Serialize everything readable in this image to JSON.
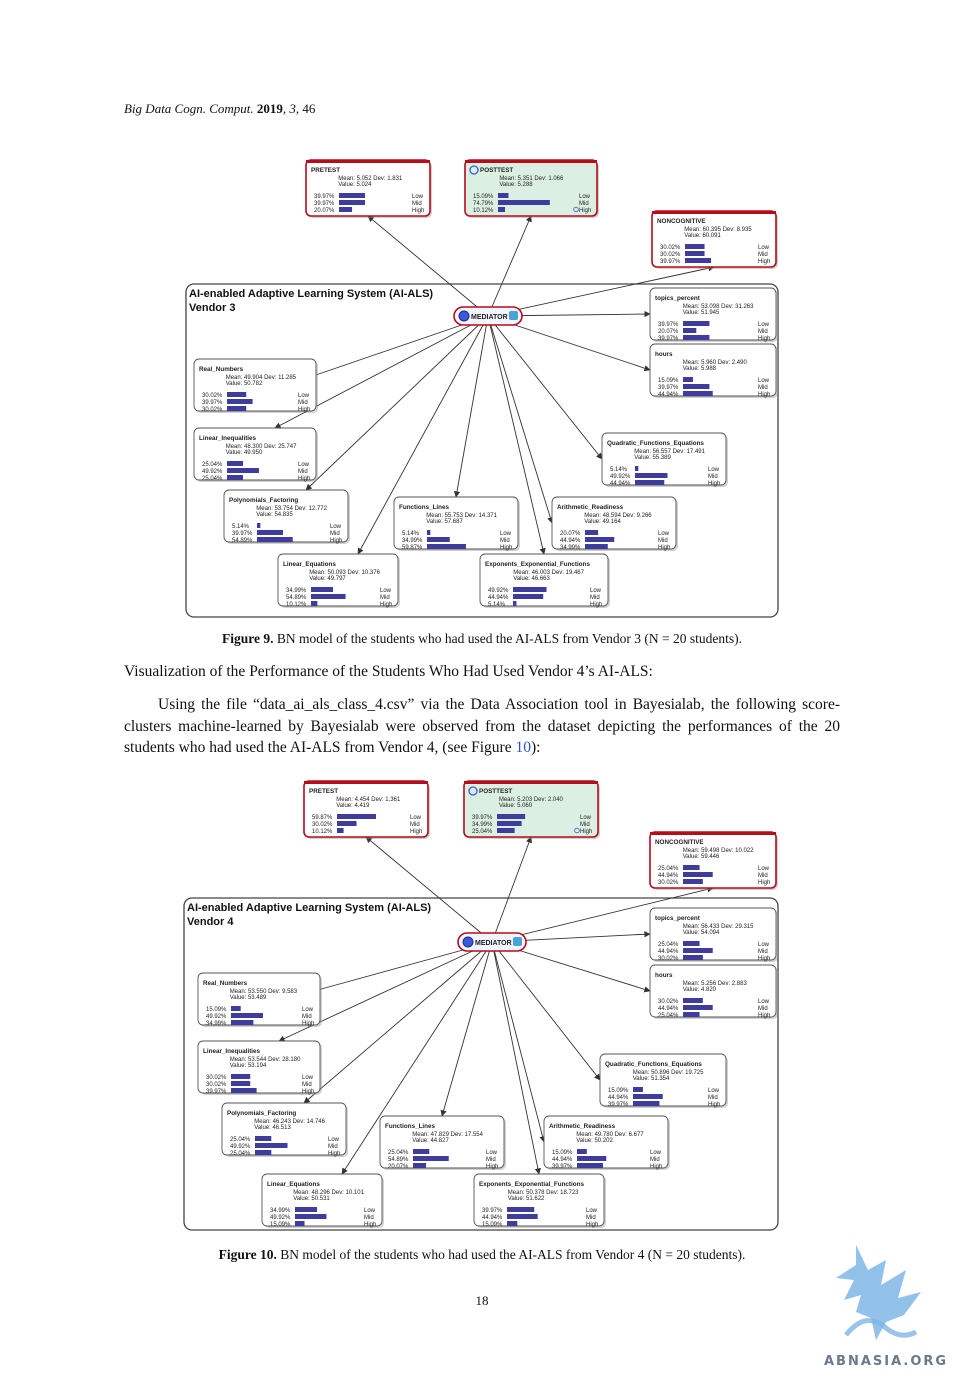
{
  "header": {
    "journal": "Big Data Cogn. Comput.",
    "year": "2019",
    "volume": "3",
    "article": "46"
  },
  "figure9": {
    "caption_label": "Figure 9.",
    "caption_text": "BN model of the students who had used the AI-ALS from Vendor 3 (N = 20 students).",
    "title1": "AI-enabled Adaptive Learning System (AI-ALS)",
    "title2": "Vendor 3",
    "mediator_label": "MEDIATOR",
    "nodes": [
      {
        "id": "pretest",
        "name": "PRETEST",
        "stats": "Mean: 5.052 Dev: 1.831",
        "value": "Value: 5.024",
        "bars": [
          {
            "pct": "39.97%",
            "v": 39.97,
            "lab": "Low"
          },
          {
            "pct": "39.97%",
            "v": 39.97,
            "lab": "Mid"
          },
          {
            "pct": "20.07%",
            "v": 20.07,
            "lab": "High"
          }
        ]
      },
      {
        "id": "posttest",
        "name": "POSTTEST",
        "target": true,
        "stats": "Mean: 5.351 Dev: 1.066",
        "value": "Value: 5.288",
        "bars": [
          {
            "pct": "15.09%",
            "v": 15.09,
            "lab": "Low"
          },
          {
            "pct": "74.79%",
            "v": 74.79,
            "lab": "Mid"
          },
          {
            "pct": "10.12%",
            "v": 10.12,
            "lab": "High"
          }
        ]
      },
      {
        "id": "noncog",
        "name": "NONCOGNITIVE",
        "stats": "Mean: 60.395 Dev: 8.935",
        "value": "Value: 60.091",
        "bars": [
          {
            "pct": "30.02%",
            "v": 30.02,
            "lab": "Low"
          },
          {
            "pct": "30.02%",
            "v": 30.02,
            "lab": "Mid"
          },
          {
            "pct": "39.97%",
            "v": 39.97,
            "lab": "High"
          }
        ]
      },
      {
        "id": "topics",
        "name": "topics_percent",
        "stats": "Mean: 53.098 Dev: 31.263",
        "value": "Value: 51.945",
        "bars": [
          {
            "pct": "39.97%",
            "v": 39.97,
            "lab": "Low"
          },
          {
            "pct": "20.07%",
            "v": 20.07,
            "lab": "Mid"
          },
          {
            "pct": "39.97%",
            "v": 39.97,
            "lab": "High"
          }
        ]
      },
      {
        "id": "hours",
        "name": "hours",
        "stats": "Mean: 5.960 Dev: 2.490",
        "value": "Value: 5.988",
        "bars": [
          {
            "pct": "15.09%",
            "v": 15.09,
            "lab": "Low"
          },
          {
            "pct": "39.97%",
            "v": 39.97,
            "lab": "Mid"
          },
          {
            "pct": "44.94%",
            "v": 44.94,
            "lab": "High"
          }
        ]
      },
      {
        "id": "real",
        "name": "Real_Numbers",
        "stats": "Mean: 49.904 Dev: 11.285",
        "value": "Value: 50.782",
        "bars": [
          {
            "pct": "30.02%",
            "v": 30.02,
            "lab": "Low"
          },
          {
            "pct": "39.97%",
            "v": 39.97,
            "lab": "Mid"
          },
          {
            "pct": "30.02%",
            "v": 30.02,
            "lab": "High"
          }
        ]
      },
      {
        "id": "lineq",
        "name": "Linear_Inequalities",
        "stats": "Mean: 48.300 Dev: 25.747",
        "value": "Value: 49.950",
        "bars": [
          {
            "pct": "25.04%",
            "v": 25.04,
            "lab": "Low"
          },
          {
            "pct": "49.92%",
            "v": 49.92,
            "lab": "Mid"
          },
          {
            "pct": "25.04%",
            "v": 25.04,
            "lab": "High"
          }
        ]
      },
      {
        "id": "quad",
        "name": "Quadratic_Functions_Equations",
        "stats": "Mean: 56.557 Dev: 17.491",
        "value": "Value: 55.389",
        "bars": [
          {
            "pct": "5.14%",
            "v": 5.14,
            "lab": "Low"
          },
          {
            "pct": "49.92%",
            "v": 49.92,
            "lab": "Mid"
          },
          {
            "pct": "44.94%",
            "v": 44.94,
            "lab": "High"
          }
        ]
      },
      {
        "id": "poly",
        "name": "Polynomials_Factoring",
        "stats": "Mean: 53.754 Dev: 12.772",
        "value": "Value: 54.835",
        "bars": [
          {
            "pct": "5.14%",
            "v": 5.14,
            "lab": "Low"
          },
          {
            "pct": "39.97%",
            "v": 39.97,
            "lab": "Mid"
          },
          {
            "pct": "54.89%",
            "v": 54.89,
            "lab": "High"
          }
        ]
      },
      {
        "id": "funclines",
        "name": "Functions_Lines",
        "stats": "Mean: 55.753 Dev: 14.371",
        "value": "Value: 57.687",
        "bars": [
          {
            "pct": "5.14%",
            "v": 5.14,
            "lab": "Low"
          },
          {
            "pct": "34.99%",
            "v": 34.99,
            "lab": "Mid"
          },
          {
            "pct": "59.87%",
            "v": 59.87,
            "lab": "High"
          }
        ]
      },
      {
        "id": "arith",
        "name": "Arithmetic_Readiness",
        "stats": "Mean: 48.594 Dev: 9.266",
        "value": "Value: 49.164",
        "bars": [
          {
            "pct": "20.07%",
            "v": 20.07,
            "lab": "Low"
          },
          {
            "pct": "44.94%",
            "v": 44.94,
            "lab": "Mid"
          },
          {
            "pct": "34.99%",
            "v": 34.99,
            "lab": "High"
          }
        ]
      },
      {
        "id": "lineqs",
        "name": "Linear_Equations",
        "stats": "Mean: 50.093 Dev: 10.376",
        "value": "Value: 49.797",
        "bars": [
          {
            "pct": "34.99%",
            "v": 34.99,
            "lab": "Low"
          },
          {
            "pct": "54.89%",
            "v": 54.89,
            "lab": "Mid"
          },
          {
            "pct": "10.12%",
            "v": 10.12,
            "lab": "High"
          }
        ]
      },
      {
        "id": "expo",
        "name": "Exponents_Exponential_Functions",
        "stats": "Mean: 46.003 Dev: 19.467",
        "value": "Value: 46.663",
        "bars": [
          {
            "pct": "49.92%",
            "v": 49.92,
            "lab": "Low"
          },
          {
            "pct": "44.94%",
            "v": 44.94,
            "lab": "Mid"
          },
          {
            "pct": "5.14%",
            "v": 5.14,
            "lab": "High"
          }
        ]
      }
    ]
  },
  "section_heading": "Visualization of the Performance of the Students Who Had Used Vendor 4’s AI-ALS:",
  "paragraph": {
    "text_before": "Using the file “data_ai_als_class_4.csv” via the Data Association tool in Bayesialab, the following score-clusters machine-learned by Bayesialab were observed from the dataset depicting the performances of the 20 students who had used the AI-ALS from Vendor 4, (see Figure ",
    "link": "10",
    "text_after": "):"
  },
  "figure10": {
    "caption_label": "Figure 10.",
    "caption_text": "BN model of the students who had used the AI-ALS from Vendor 4 (N = 20 students).",
    "title1": "AI-enabled Adaptive Learning System (AI-ALS)",
    "title2": "Vendor 4",
    "mediator_label": "MEDIATOR",
    "nodes": [
      {
        "id": "pretest",
        "name": "PRETEST",
        "stats": "Mean: 4.454 Dev: 1.361",
        "value": "Value: 4.419",
        "bars": [
          {
            "pct": "59.87%",
            "v": 59.87,
            "lab": "Low"
          },
          {
            "pct": "30.02%",
            "v": 30.02,
            "lab": "Mid"
          },
          {
            "pct": "10.12%",
            "v": 10.12,
            "lab": "High"
          }
        ]
      },
      {
        "id": "posttest",
        "name": "POSTTEST",
        "target": true,
        "stats": "Mean: 5.203 Dev: 2.040",
        "value": "Value: 5.060",
        "bars": [
          {
            "pct": "39.97%",
            "v": 39.97,
            "lab": "Low"
          },
          {
            "pct": "34.99%",
            "v": 34.99,
            "lab": "Mid"
          },
          {
            "pct": "25.04%",
            "v": 25.04,
            "lab": "High"
          }
        ]
      },
      {
        "id": "noncog",
        "name": "NONCOGNITIVE",
        "stats": "Mean: 59.498 Dev: 10.022",
        "value": "Value: 59.446",
        "bars": [
          {
            "pct": "25.04%",
            "v": 25.04,
            "lab": "Low"
          },
          {
            "pct": "44.94%",
            "v": 44.94,
            "lab": "Mid"
          },
          {
            "pct": "30.02%",
            "v": 30.02,
            "lab": "High"
          }
        ]
      },
      {
        "id": "topics",
        "name": "topics_percent",
        "stats": "Mean: 56.433 Dev: 29.315",
        "value": "Value: 54.094",
        "bars": [
          {
            "pct": "25.04%",
            "v": 25.04,
            "lab": "Low"
          },
          {
            "pct": "44.94%",
            "v": 44.94,
            "lab": "Mid"
          },
          {
            "pct": "30.02%",
            "v": 30.02,
            "lab": "High"
          }
        ]
      },
      {
        "id": "hours",
        "name": "hours",
        "stats": "Mean: 5.256 Dev: 2.883",
        "value": "Value: 4.820",
        "bars": [
          {
            "pct": "30.02%",
            "v": 30.02,
            "lab": "Low"
          },
          {
            "pct": "44.94%",
            "v": 44.94,
            "lab": "Mid"
          },
          {
            "pct": "25.04%",
            "v": 25.04,
            "lab": "High"
          }
        ]
      },
      {
        "id": "real",
        "name": "Real_Numbers",
        "stats": "Mean: 53.550 Dev: 9.583",
        "value": "Value: 53.489",
        "bars": [
          {
            "pct": "15.09%",
            "v": 15.09,
            "lab": "Low"
          },
          {
            "pct": "49.92%",
            "v": 49.92,
            "lab": "Mid"
          },
          {
            "pct": "34.99%",
            "v": 34.99,
            "lab": "High"
          }
        ]
      },
      {
        "id": "lineq",
        "name": "Linear_Inequalities",
        "stats": "Mean: 53.544 Dev: 28.180",
        "value": "Value: 53.194",
        "bars": [
          {
            "pct": "30.02%",
            "v": 30.02,
            "lab": "Low"
          },
          {
            "pct": "30.02%",
            "v": 30.02,
            "lab": "Mid"
          },
          {
            "pct": "39.97%",
            "v": 39.97,
            "lab": "High"
          }
        ]
      },
      {
        "id": "quad",
        "name": "Quadratic_Functions_Equations",
        "stats": "Mean: 50.896 Dev: 19.725",
        "value": "Value: 51.354",
        "bars": [
          {
            "pct": "15.09%",
            "v": 15.09,
            "lab": "Low"
          },
          {
            "pct": "44.94%",
            "v": 44.94,
            "lab": "Mid"
          },
          {
            "pct": "39.97%",
            "v": 39.97,
            "lab": "High"
          }
        ]
      },
      {
        "id": "poly",
        "name": "Polynomials_Factoring",
        "stats": "Mean: 46.243 Dev: 14.746",
        "value": "Value: 46.513",
        "bars": [
          {
            "pct": "25.04%",
            "v": 25.04,
            "lab": "Low"
          },
          {
            "pct": "49.92%",
            "v": 49.92,
            "lab": "Mid"
          },
          {
            "pct": "25.04%",
            "v": 25.04,
            "lab": "High"
          }
        ]
      },
      {
        "id": "funclines",
        "name": "Functions_Lines",
        "stats": "Mean: 47.829 Dev: 17.554",
        "value": "Value: 44.827",
        "bars": [
          {
            "pct": "25.04%",
            "v": 25.04,
            "lab": "Low"
          },
          {
            "pct": "54.89%",
            "v": 54.89,
            "lab": "Mid"
          },
          {
            "pct": "20.07%",
            "v": 20.07,
            "lab": "High"
          }
        ]
      },
      {
        "id": "arith",
        "name": "Arithmetic_Readiness",
        "stats": "Mean: 49.780 Dev: 6.677",
        "value": "Value: 50.202",
        "bars": [
          {
            "pct": "15.09%",
            "v": 15.09,
            "lab": "Low"
          },
          {
            "pct": "44.94%",
            "v": 44.94,
            "lab": "Mid"
          },
          {
            "pct": "39.97%",
            "v": 39.97,
            "lab": "High"
          }
        ]
      },
      {
        "id": "lineqs",
        "name": "Linear_Equations",
        "stats": "Mean: 48.296 Dev: 10.101",
        "value": "Value: 50.531",
        "bars": [
          {
            "pct": "34.99%",
            "v": 34.99,
            "lab": "Low"
          },
          {
            "pct": "49.92%",
            "v": 49.92,
            "lab": "Mid"
          },
          {
            "pct": "15.09%",
            "v": 15.09,
            "lab": "High"
          }
        ]
      },
      {
        "id": "expo",
        "name": "Exponents_Exponential_Functions",
        "stats": "Mean: 50.378 Dev: 18.723",
        "value": "Value: 51.622",
        "bars": [
          {
            "pct": "39.97%",
            "v": 39.97,
            "lab": "Low"
          },
          {
            "pct": "44.94%",
            "v": 44.94,
            "lab": "Mid"
          },
          {
            "pct": "15.09%",
            "v": 15.09,
            "lab": "High"
          }
        ]
      }
    ]
  },
  "page_number": "18",
  "watermark": {
    "text": "ABNASIA.ORG",
    "icon": "dragon-logo-icon"
  }
}
